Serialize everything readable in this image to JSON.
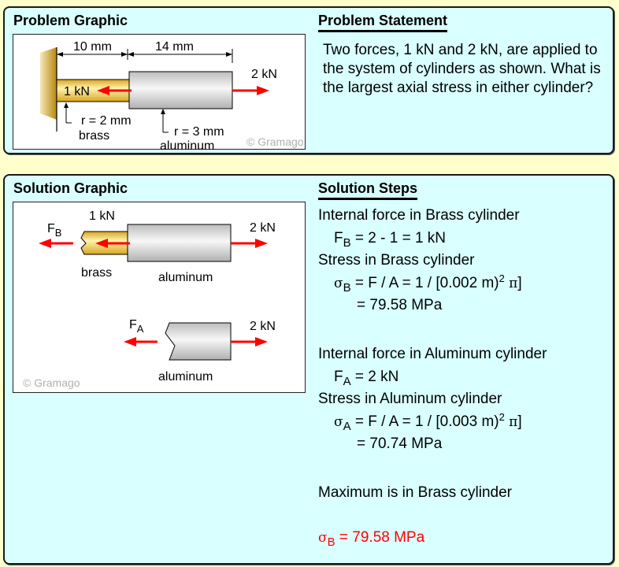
{
  "colors": {
    "page_background": "#ffffcc",
    "panel_background": "#d9ffff",
    "force_arrow": "#ff0000",
    "brass": "#f5d35a",
    "aluminum": "#d4d4d4",
    "answer": "#ff0000"
  },
  "problem_graphic": {
    "title": "Problem Graphic",
    "watermark": "© Gramago",
    "dim_brass_length": "10 mm",
    "dim_aluminum_length": "14 mm",
    "force_left": "1 kN",
    "force_right": "2 kN",
    "brass_radius": "r = 2 mm",
    "brass_label": "brass",
    "aluminum_radius": "r = 3 mm",
    "aluminum_label": "aluminum"
  },
  "problem_statement": {
    "title": "Problem Statement",
    "text": "Two forces, 1 kN and 2 kN, are applied to the system of cylinders as shown. What is the largest axial stress in either cylinder?"
  },
  "solution_graphic": {
    "title": "Solution Graphic",
    "watermark": "© Gramago",
    "fbd1": {
      "internal_force_symbol": "F",
      "internal_force_subscript": "B",
      "applied_force_left": "1 kN",
      "applied_force_right": "2 kN",
      "brass_label": "brass",
      "aluminum_label": "aluminum"
    },
    "fbd2": {
      "internal_force_symbol": "F",
      "internal_force_subscript": "A",
      "applied_force_right": "2 kN",
      "aluminum_label": "aluminum"
    }
  },
  "solution_steps": {
    "title": "Solution Steps",
    "brass": {
      "heading_force": "Internal force in Brass cylinder",
      "force_symbol": "F",
      "force_subscript": "B",
      "force_expr": " = 2 - 1 = 1 kN",
      "heading_stress": "Stress in Brass cylinder",
      "stress_symbol": "σ",
      "stress_subscript": "B",
      "stress_expr": " = F / A = 1 / [0.002 m)",
      "stress_exponent": "2",
      "stress_pi": "π",
      "stress_close": "]",
      "stress_result": "= 79.58 MPa"
    },
    "aluminum": {
      "heading_force": "Internal force in Aluminum cylinder",
      "force_symbol": "F",
      "force_subscript": "A",
      "force_expr": " = 2 kN",
      "heading_stress": "Stress in Aluminum cylinder",
      "stress_symbol": "σ",
      "stress_subscript": "A",
      "stress_expr": " = F / A = 1 / [0.003 m)",
      "stress_exponent": "2",
      "stress_pi": "π",
      "stress_close": "]",
      "stress_result": "= 70.74 MPa"
    },
    "conclusion": "Maximum is in Brass cylinder",
    "answer": {
      "symbol": "σ",
      "subscript": "B",
      "value": " = 79.58 MPa"
    }
  }
}
